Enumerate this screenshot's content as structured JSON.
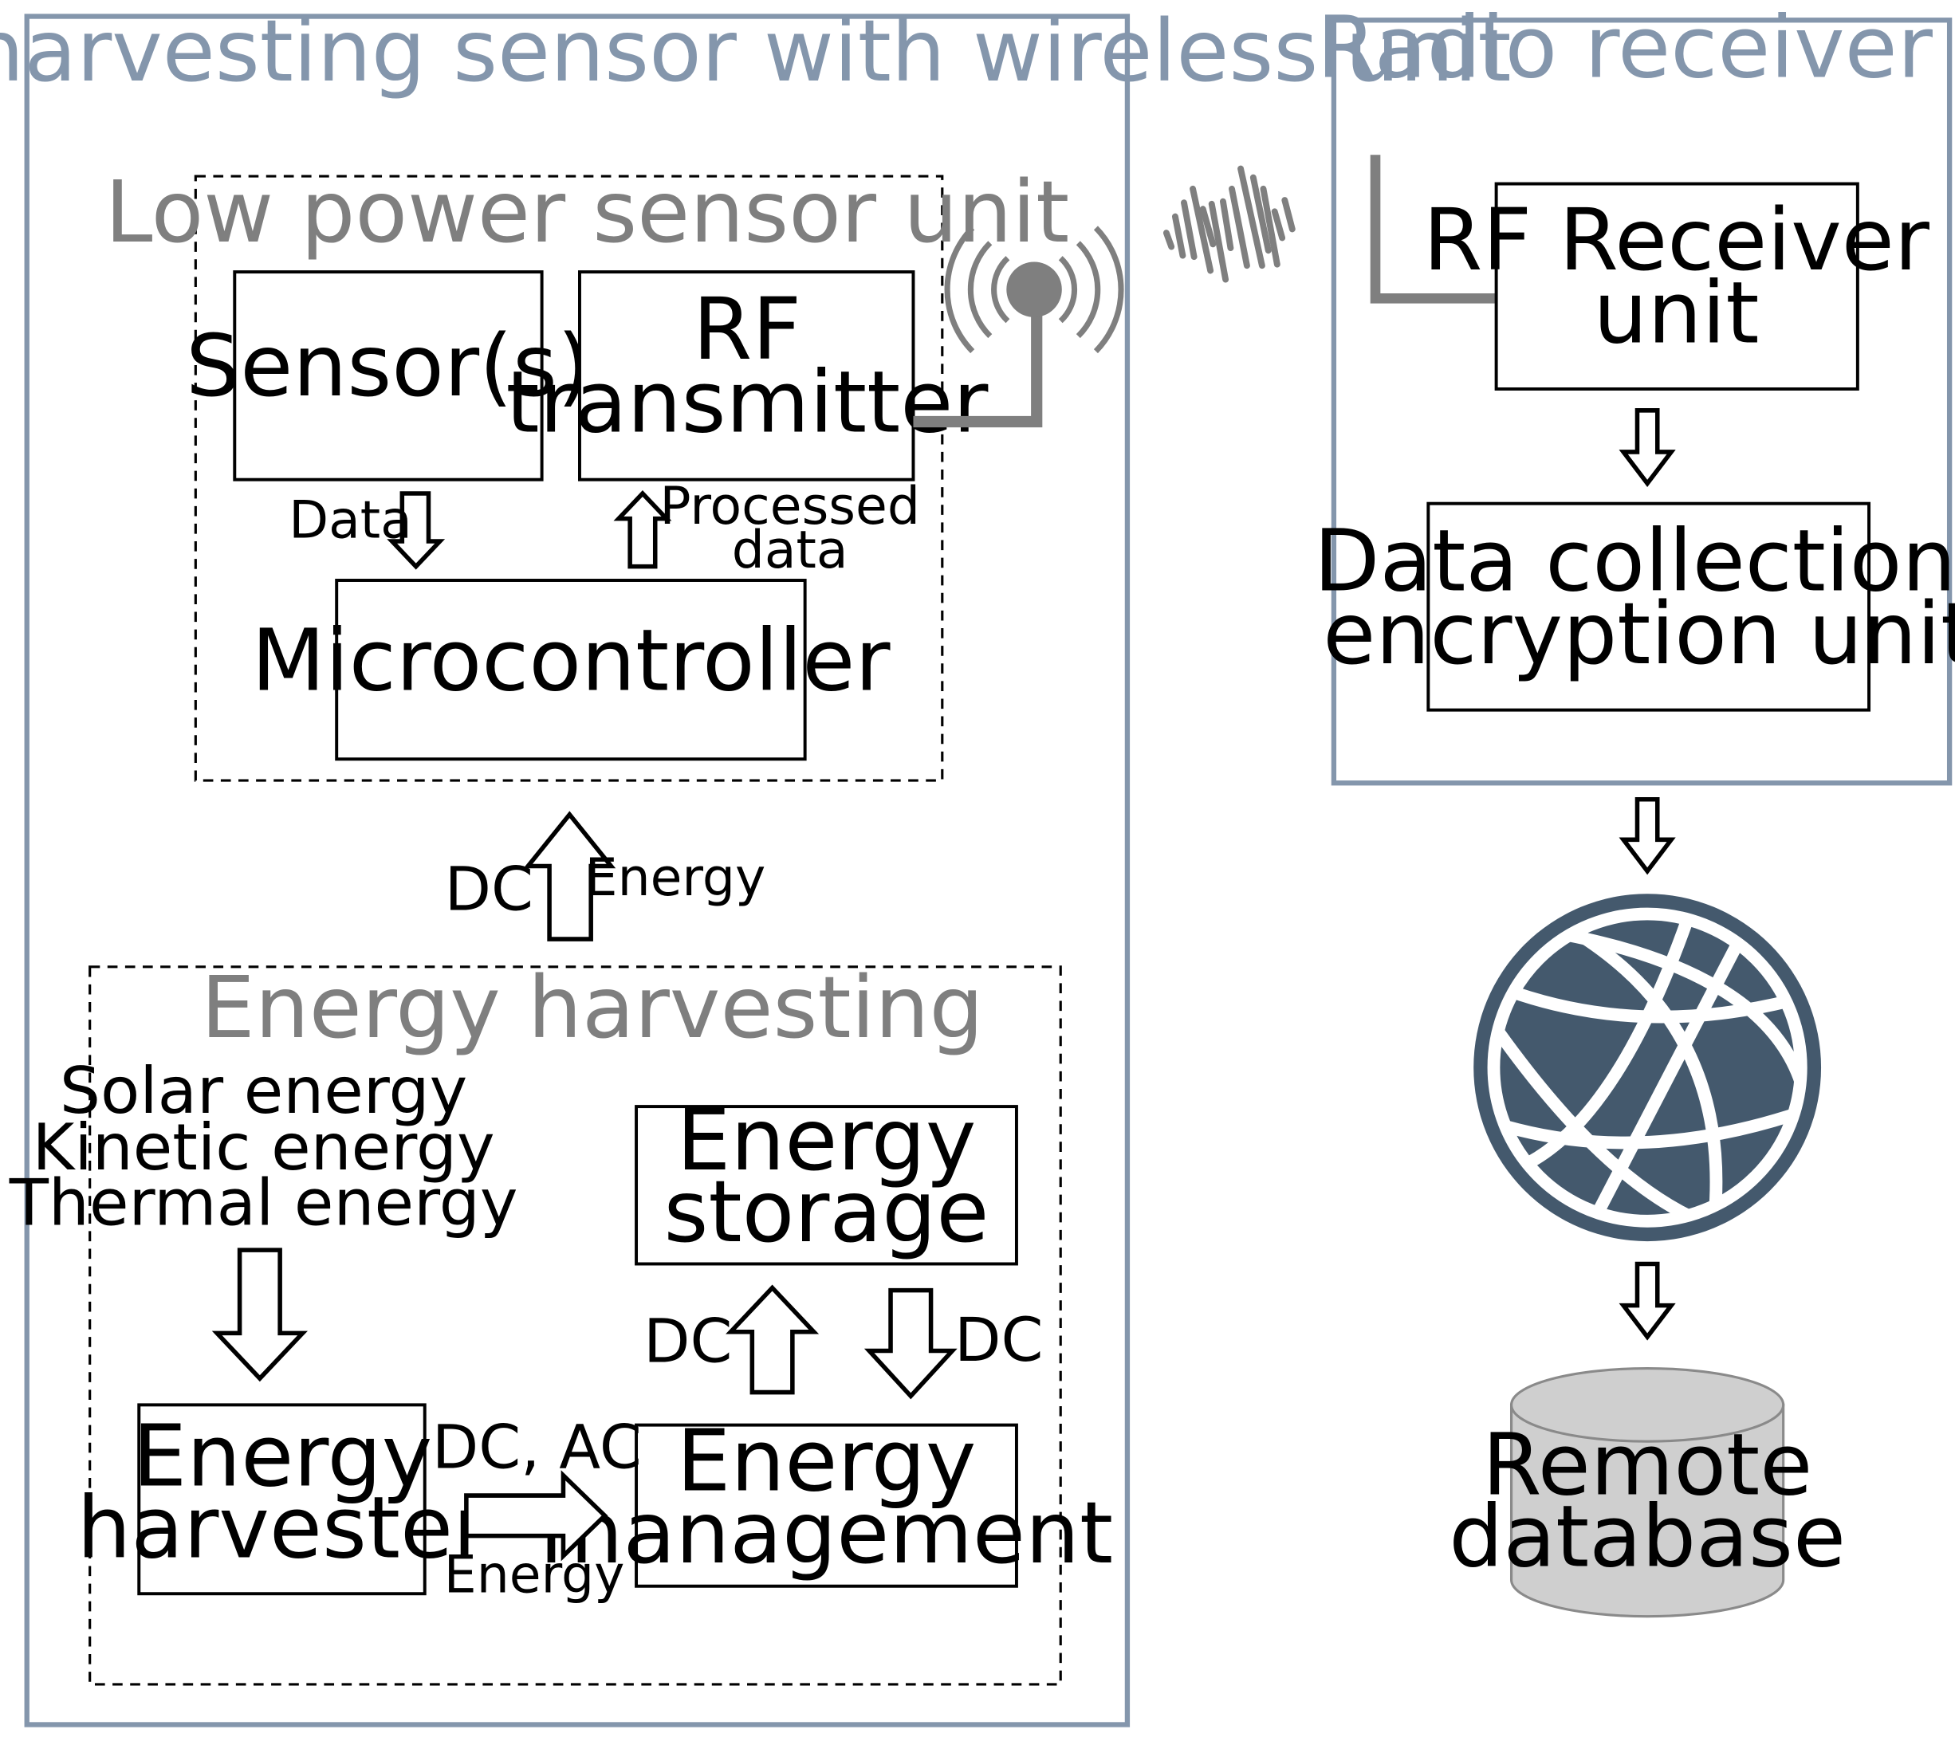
{
  "colors": {
    "panel_border": "#8496ac",
    "panel_title": "#8496ac",
    "section_title": "#7f7f7f",
    "antenna": "#7f7f7f",
    "globe": "#44596d",
    "cylinder_fill": "#cfcfcf",
    "cylinder_stroke": "#8a8a8a"
  },
  "left_panel": {
    "title": "Energy harvesting sensor with wireless unit",
    "sensor_unit": {
      "title": "Low power sensor unit",
      "sensors": "Sensor(s)",
      "rf_transmitter": [
        "RF",
        "transmitter"
      ],
      "microcontroller": "Microcontroller",
      "data_label": "Data",
      "processed_label": [
        "Processed",
        "data"
      ]
    },
    "power_link": {
      "dc": "DC",
      "energy": "Energy"
    },
    "energy_harvesting": {
      "title": "Energy harvesting",
      "sources": [
        "Solar energy",
        "Kinetic energy",
        "Thermal energy"
      ],
      "harvester": [
        "Energy",
        "harvester"
      ],
      "storage": [
        "Energy",
        "storage"
      ],
      "management": [
        "Energy",
        "management"
      ],
      "dc_ac_label": "DC, AC",
      "energy_label": "Energy",
      "dc_up_label": "DC",
      "dc_down_label": "DC"
    },
    "antenna_icon": "broadcast-antenna-icon"
  },
  "right_panel": {
    "title": "Radio receiver",
    "rf_receiver": [
      "RF Receiver",
      "unit"
    ],
    "data_collection": [
      "Data collection,",
      "encryption unit"
    ],
    "receiver_antenna_icon": "receiver-antenna-icon"
  },
  "radio_wave_icon": "radio-wave-icon",
  "internet_icon": "globe-icon",
  "remote_database": [
    "Remote",
    "database"
  ],
  "database_icon": "database-cylinder-icon"
}
